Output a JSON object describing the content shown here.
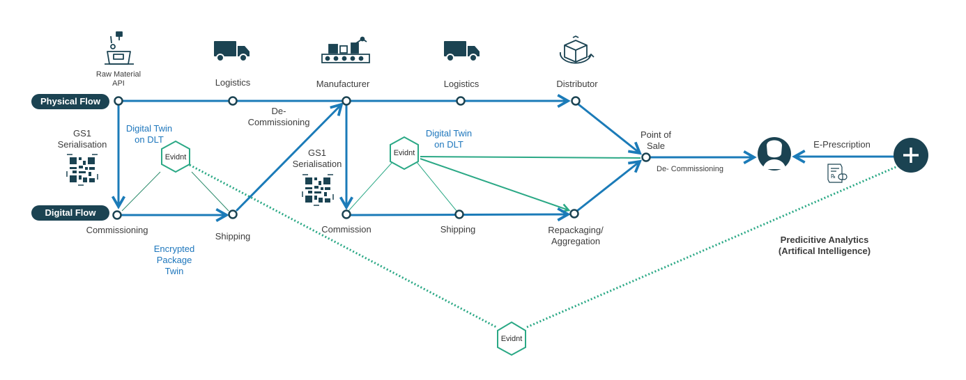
{
  "colors": {
    "flow_blue": "#1b7bb8",
    "twin_green": "#2aa885",
    "dark_teal": "#1b4352",
    "label_blue": "#1d76bc",
    "text_gray": "#3c3c3c"
  },
  "flows": {
    "physical": "Physical Flow",
    "digital": "Digital Flow"
  },
  "stages_top": {
    "raw_material": "Raw Material\nAPI",
    "logistics_1": "Logistics",
    "manufacturer": "Manufacturer",
    "logistics_2": "Logistics",
    "distributor": "Distributor"
  },
  "stages_bottom": {
    "commissioning": "Commissioning",
    "shipping_1": "Shipping",
    "commission": "Commission",
    "shipping_2": "Shipping",
    "repackaging": "Repackaging/\nAggregation"
  },
  "annotations": {
    "gs1_left": "GS1\nSerialisation",
    "gs1_mid": "GS1\nSerialisation",
    "twin_left": "Digital Twin\non DLT",
    "twin_mid": "Digital Twin\non DLT",
    "decommissioning": "De-\nCommissioning",
    "encrypted": "Encrypted\nPackage\nTwin",
    "point_of_sale": "Point of\nSale",
    "pos_decommissioning": "De- Commissioning",
    "eprescription": "E-Prescription",
    "predictive": "Predicitive Analytics\n(Artifical Intelligence)"
  },
  "hex_nodes": {
    "left": "Evidnt",
    "mid": "Evidnt",
    "bottom": "Evidnt"
  },
  "icons": {
    "raw_material": "factory-worker-icon",
    "truck": "truck-icon",
    "manufacturer": "assembly-line-icon",
    "distributor": "rotating-box-icon",
    "qr": "qr-code-icon",
    "patient": "patient-silhouette-icon",
    "prescription": "prescription-icon",
    "plus": "plus-icon"
  }
}
